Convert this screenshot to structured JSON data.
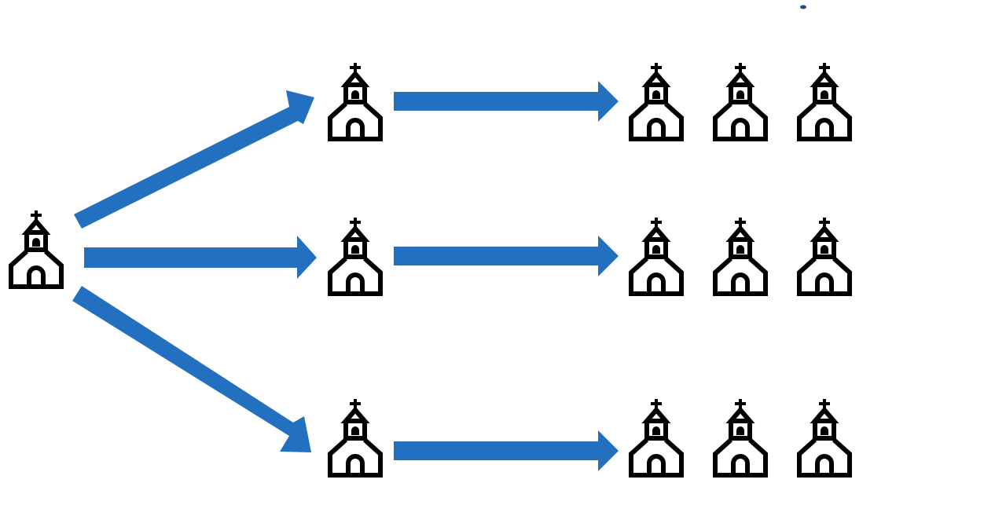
{
  "diagram": {
    "type": "church-multiplication",
    "colors": {
      "background": "#ffffff",
      "arrow": "#2270bf",
      "icon": "#000000"
    },
    "icon_name": "church-icon",
    "generations": [
      {
        "level": 0,
        "church_count": 1
      },
      {
        "level": 1,
        "church_count": 3
      },
      {
        "level": 2,
        "church_count": 9
      }
    ]
  }
}
